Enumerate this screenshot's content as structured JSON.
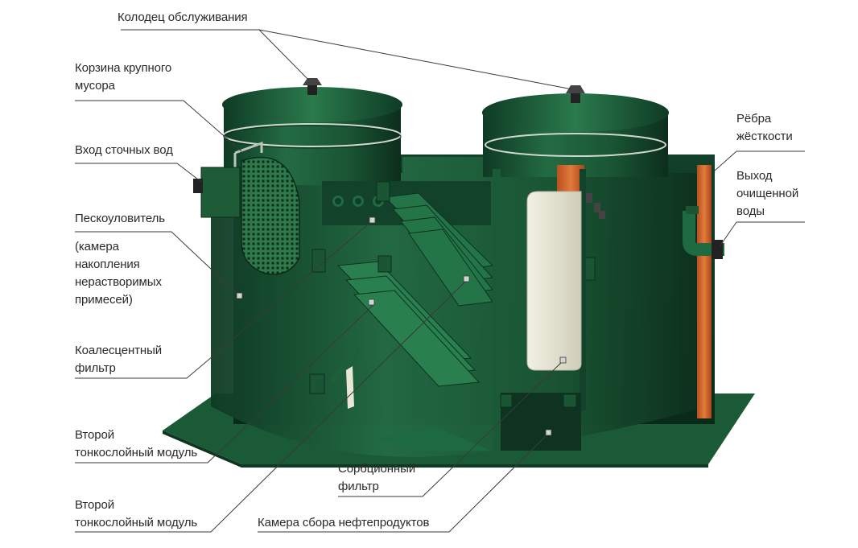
{
  "labels": {
    "service_well": "Колодец обслуживания",
    "debris_basket": "Корзина крупного\nмусора",
    "wastewater_inlet": "Вход сточных вод",
    "sand_trap": "Пескоуловитель",
    "sand_trap_note": "(камера\nнакопления\nнерастворимых\nпримесей)",
    "coalescent_filter": "Коалесцентный\nфильтр",
    "second_module_a": "Второй\nтонкослойный модуль",
    "second_module_b": "Второй\nтонкослойный модуль",
    "stiffening_ribs": "Рёбра\nжёсткости",
    "clean_water_outlet": "Выход\nочищенной\nводы",
    "sorption_filter": "Сорбционный\nфильтр",
    "oil_chamber": "Камера сбора нефтепродуктов"
  },
  "colors": {
    "tank_green": "#1f5e3a",
    "tank_dark": "#0e3320",
    "tank_light": "#2f7f4f",
    "rib_orange": "#d0642a",
    "filter_beige": "#e8e6d4",
    "leader_line": "#3a3a3a"
  }
}
